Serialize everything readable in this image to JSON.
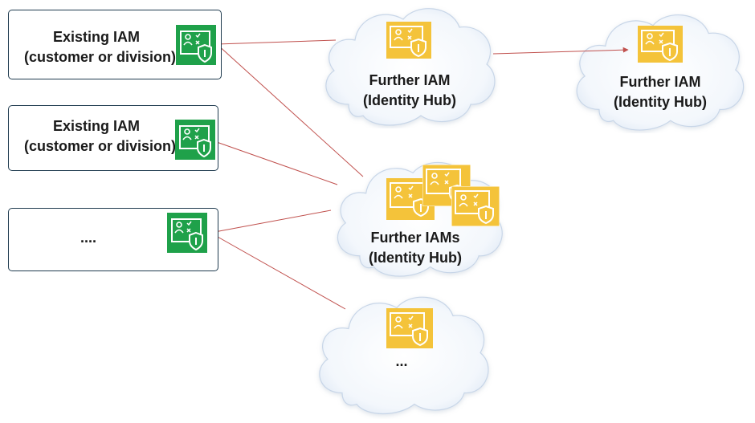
{
  "sources": [
    {
      "line1": "Existing IAM",
      "line2": "(customer or division)",
      "icon": "iam-icon"
    },
    {
      "line1": "Existing IAM",
      "line2": "(customer or division)",
      "icon": "iam-icon"
    },
    {
      "line1": "....",
      "icon": "iam-icon"
    }
  ],
  "clouds": [
    {
      "line1": "Further IAM",
      "line2": "(Identity Hub)",
      "icon": "iam-icon"
    },
    {
      "line1": "Further IAM",
      "line2": "(Identity Hub)",
      "icon": "iam-icon"
    },
    {
      "line1": "Further IAMs",
      "line2": "(Identity Hub)",
      "icon": "iam-icon-stack"
    },
    {
      "line1": "...",
      "icon": "iam-icon"
    }
  ],
  "colors": {
    "source_icon": "#1fa14a",
    "hub_icon": "#f4c33a",
    "connector": "#c0504d",
    "box_border": "#1f3b4f",
    "cloud_fill": "#e6eef8"
  }
}
